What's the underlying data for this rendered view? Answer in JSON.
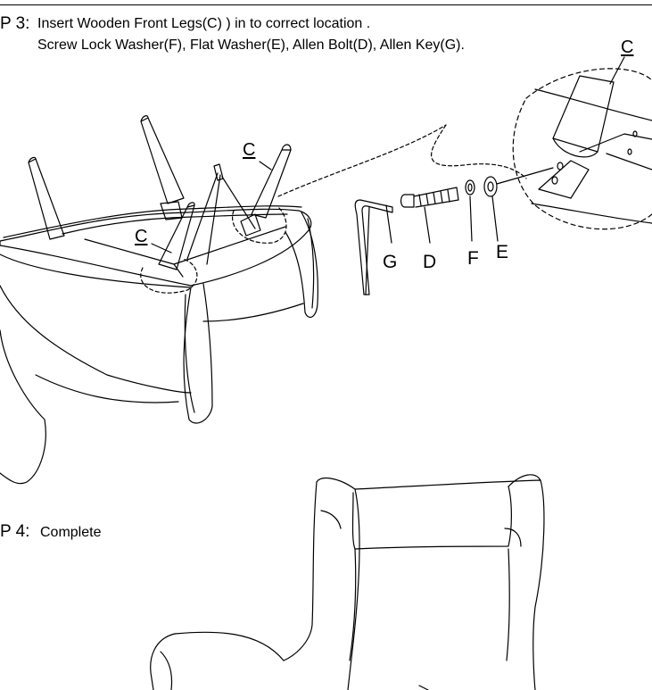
{
  "step3": {
    "number": "P 3:",
    "line1": "Insert  Wooden Front Legs(C) ) in to correct location .",
    "line2": "Screw Lock Washer(F), Flat Washer(E), Allen Bolt(D), Allen Key(G)."
  },
  "step4": {
    "number": "P 4:",
    "text": "Complete"
  },
  "parts": {
    "g": "G",
    "d": "D",
    "f": "F",
    "e": "E",
    "leg_c_detail": "C",
    "leg_c_right": "C",
    "leg_c_left": "C"
  }
}
